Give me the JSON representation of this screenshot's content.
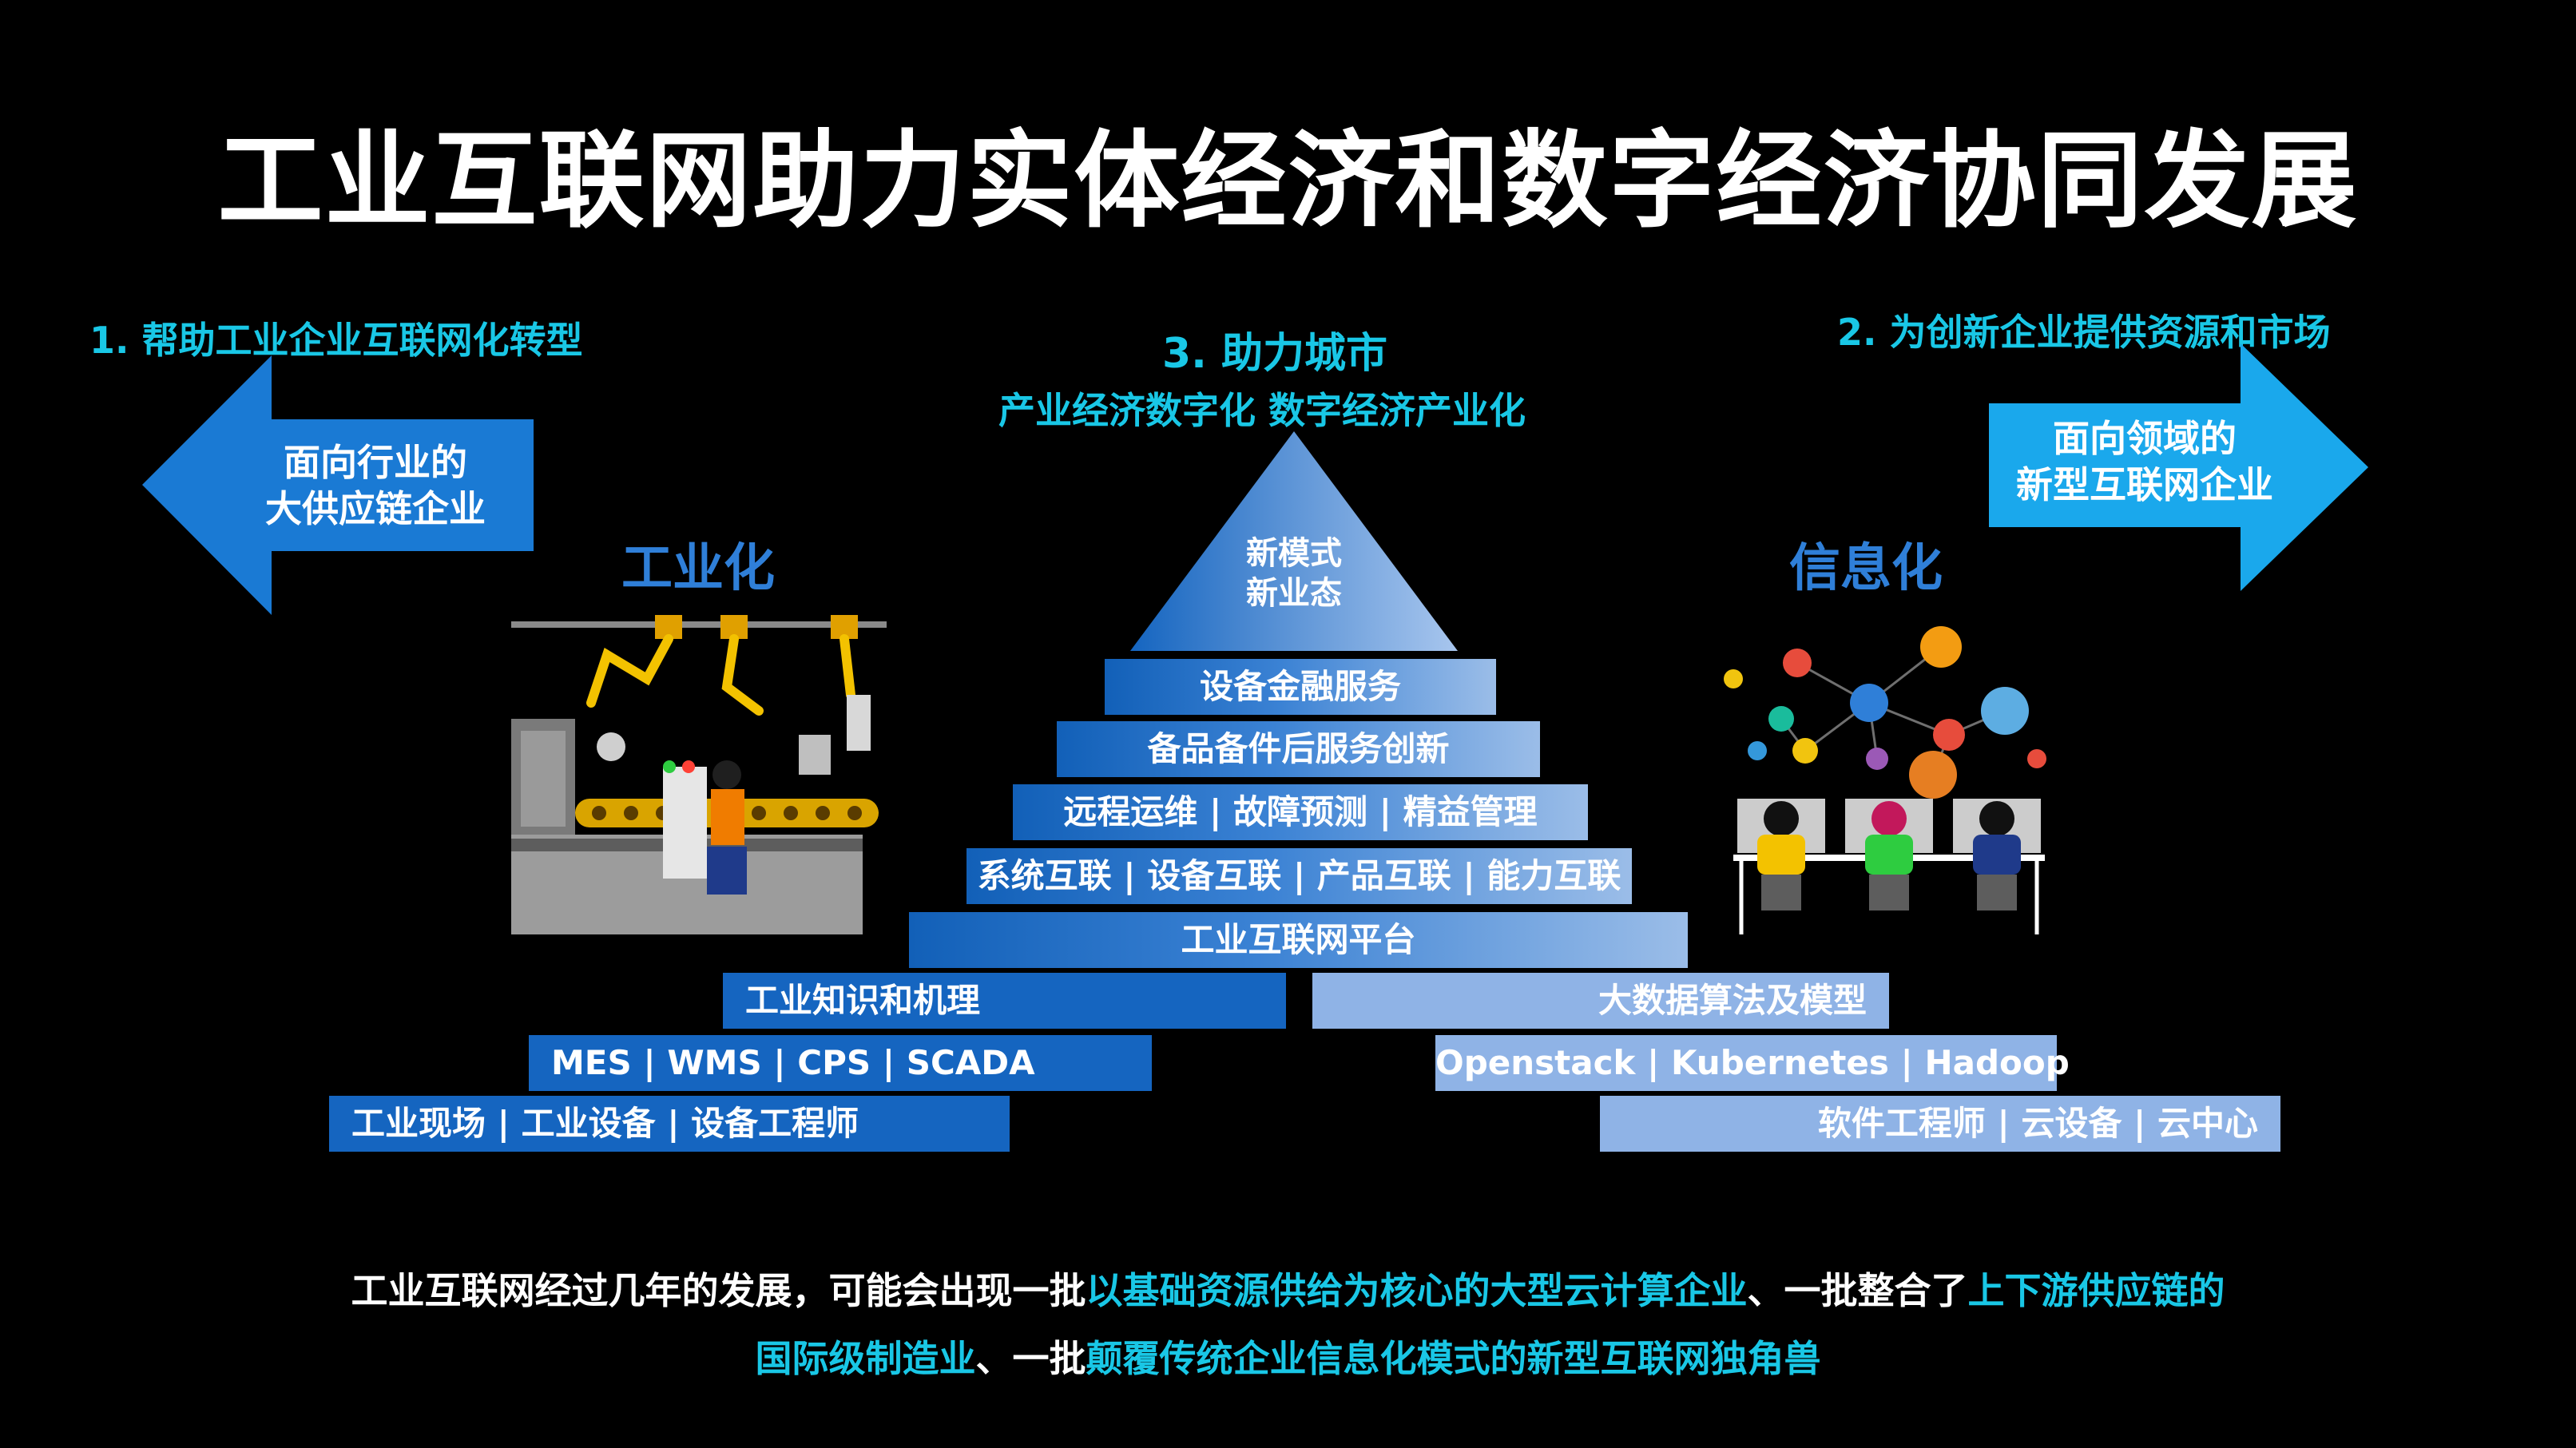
{
  "title": "工业互联网助力实体经济和数字经济协同发展",
  "left": {
    "heading": "1. 帮助工业企业互联网化转型",
    "arrow_line1": "面向行业的",
    "arrow_line2": "大供应链企业",
    "section": "工业化"
  },
  "right": {
    "heading": "2. 为创新企业提供资源和市场",
    "arrow_line1": "面向领域的",
    "arrow_line2": "新型互联网企业",
    "section": "信息化"
  },
  "center": {
    "heading": "3. 助力城市",
    "subheading": "产业经济数字化 数字经济产业化",
    "peak_line1": "新模式",
    "peak_line2": "新业态"
  },
  "pyramid": {
    "l1": "设备金融服务",
    "l2": "备品备件后服务创新",
    "l3": "远程运维 | 故障预测 | 精益管理",
    "l4": "系统互联 | 设备互联 | 产品互联 | 能力互联",
    "l5": "工业互联网平台"
  },
  "industrial_stack": {
    "s1": "工业知识和机理",
    "s2": "MES | WMS | CPS | SCADA",
    "s3": "工业现场 | 工业设备 | 设备工程师"
  },
  "it_stack": {
    "s1": "大数据算法及模型",
    "s2": "Openstack | Kubernetes | Hadoop",
    "s3": "软件工程师 | 云设备 | 云中心"
  },
  "bottom": {
    "line1_a": "工业互联网经过几年的发展，可能会出现一批",
    "line1_b": "以基础资源供给为核心的大型云计算企业",
    "line1_c": "、一批整合了",
    "line1_d": "上下游供应链的",
    "line2_a": "国际级制造业",
    "line2_b": "、一批",
    "line2_c": "颠覆传统企业信息化模式的新型互联网独角兽"
  },
  "colors": {
    "accent_cyan": "#19c7e6",
    "dark_blue": "#1565c0",
    "light_blue": "#8fb3e6",
    "section_blue": "#2f7fd8"
  },
  "icons": [
    "factory-robot-arms-illustration",
    "worker-icon",
    "network-apps-illustration",
    "developers-icon"
  ]
}
